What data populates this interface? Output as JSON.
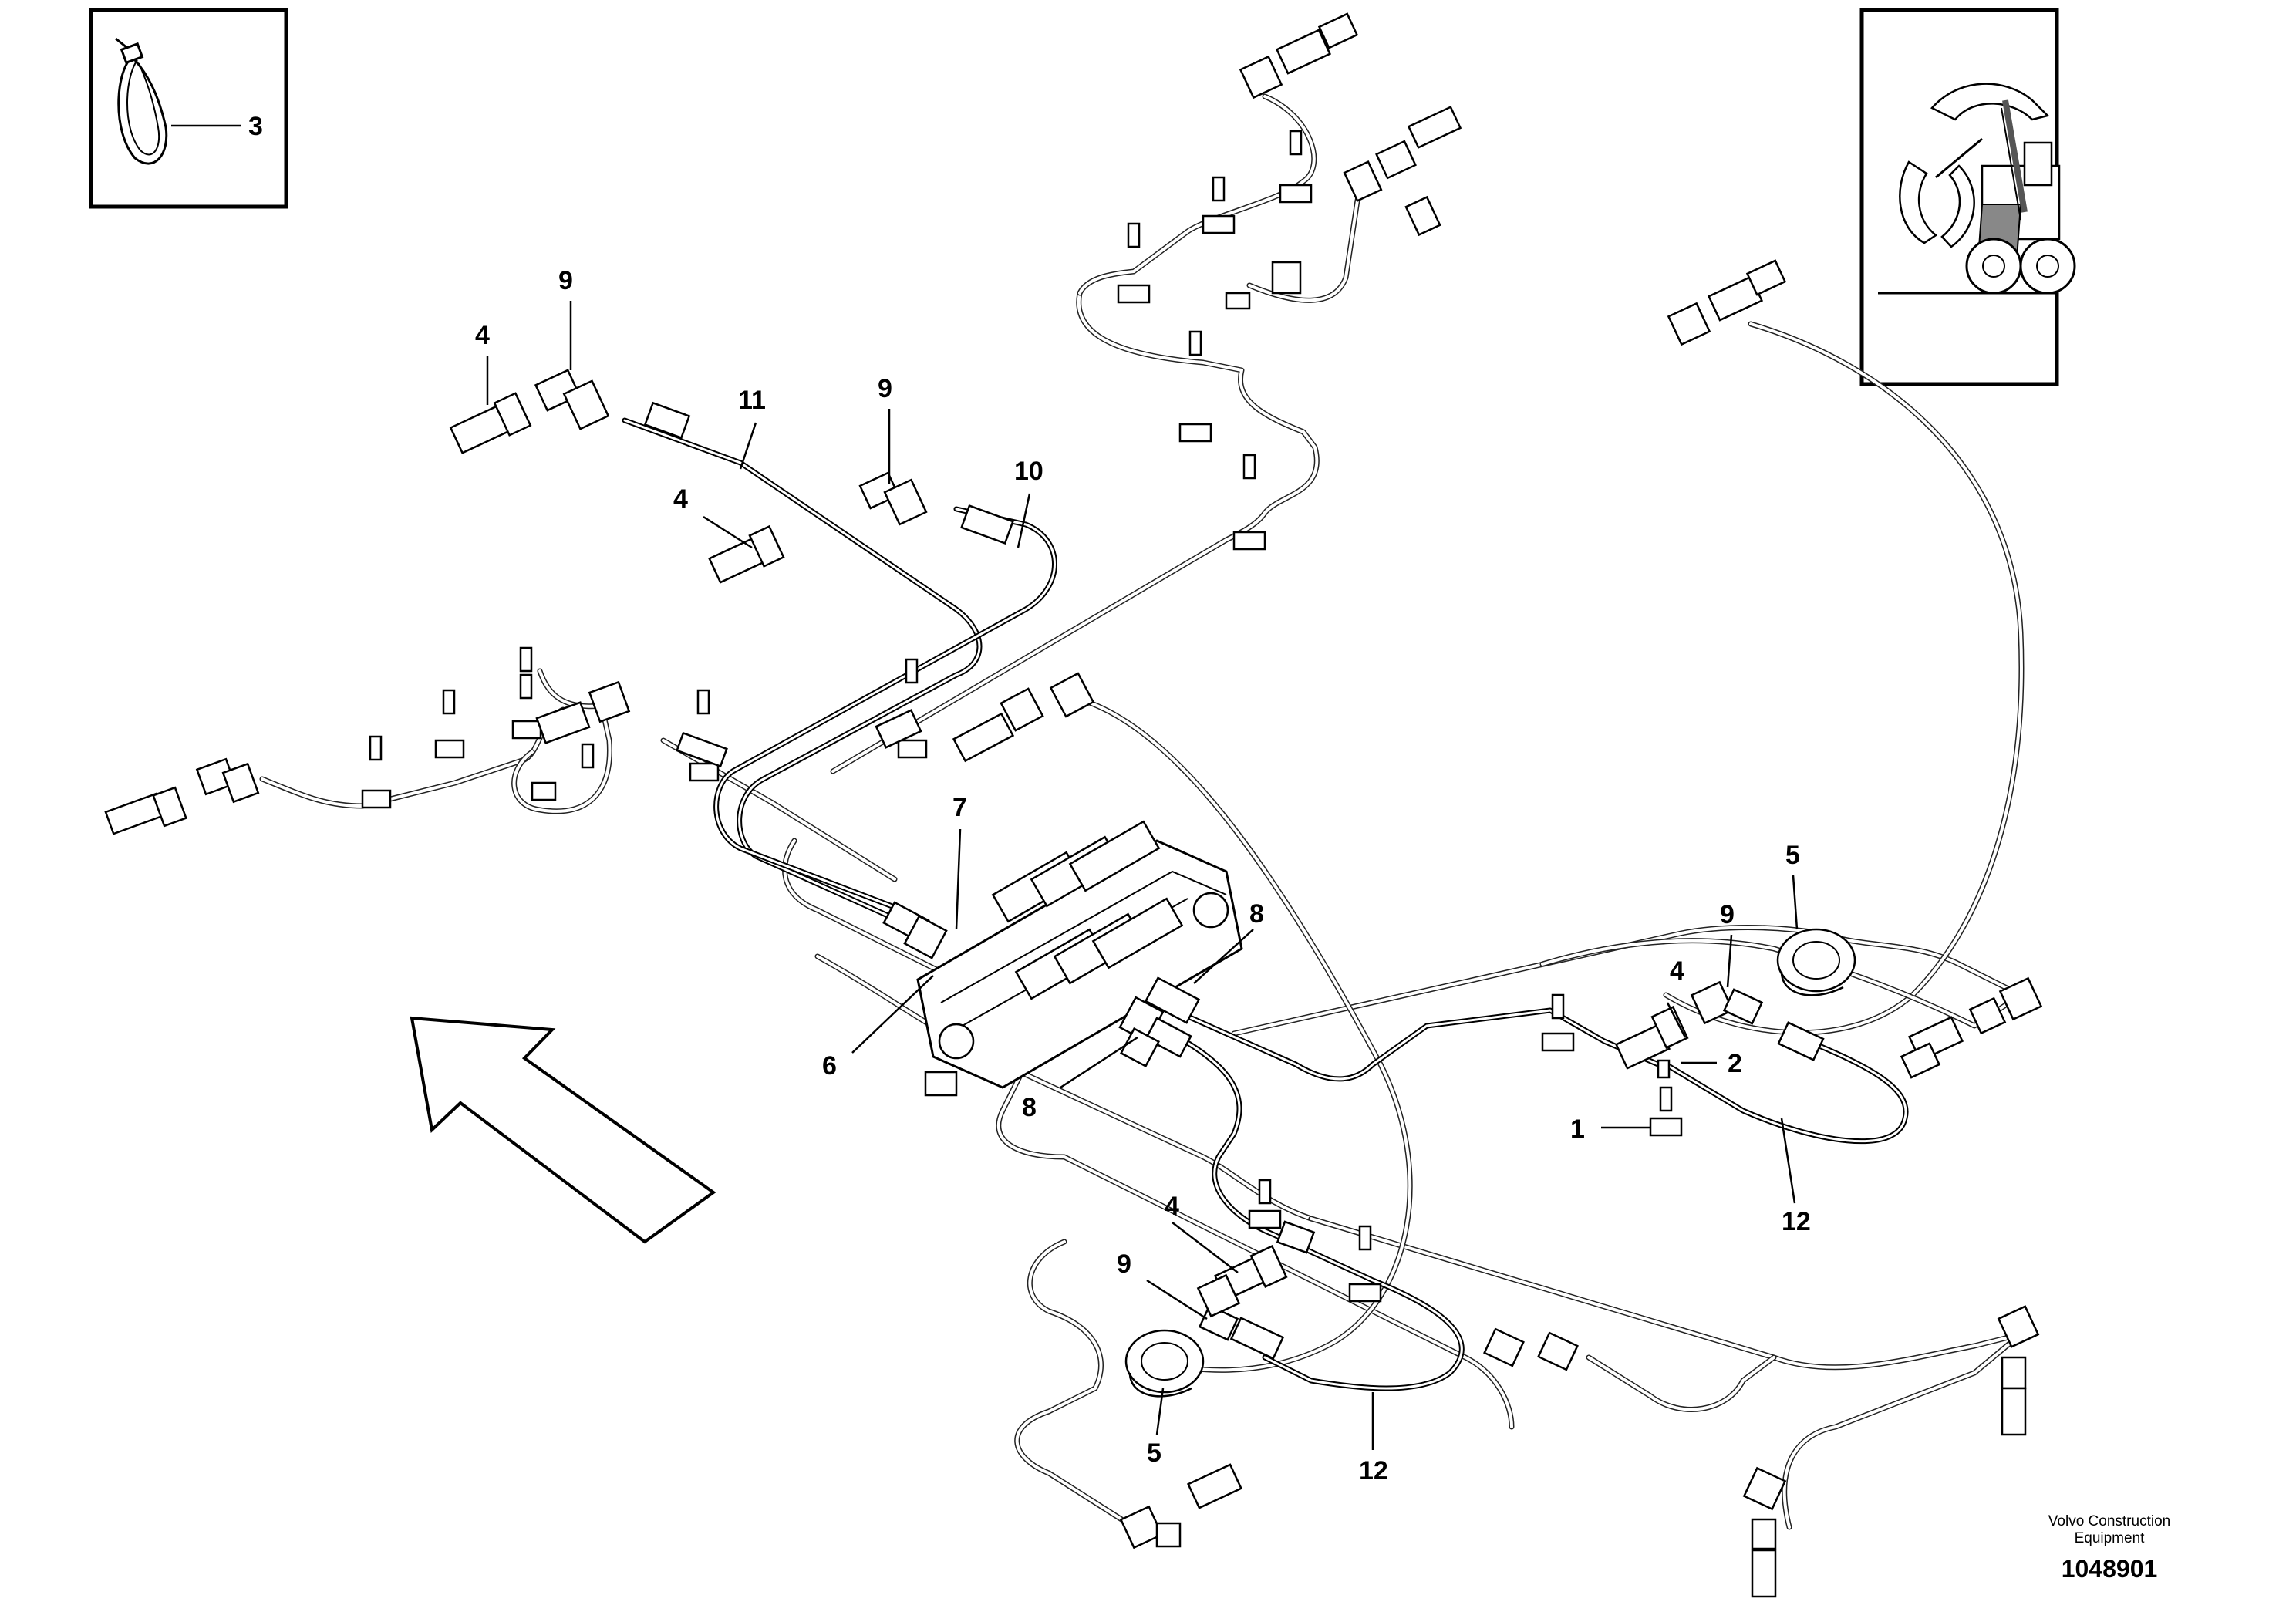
{
  "callouts": {
    "c1": "1",
    "c2": "2",
    "c3": "3",
    "c4a": "4",
    "c4b": "4",
    "c4c": "4",
    "c4d": "4",
    "c5a": "5",
    "c5b": "5",
    "c6": "6",
    "c7": "7",
    "c8a": "8",
    "c8b": "8",
    "c9a": "9",
    "c9b": "9",
    "c9c": "9",
    "c9d": "9",
    "c10": "10",
    "c11": "11",
    "c12a": "12",
    "c12b": "12"
  },
  "footer": {
    "manufacturer_line1": "Volvo Construction",
    "manufacturer_line2": "Equipment",
    "drawing_number": "1048901"
  },
  "icons": {
    "direction_arrow": "forward-direction-arrow-icon",
    "cable_tie": "cable-tie-icon",
    "machine": "wheel-loader-icon"
  }
}
